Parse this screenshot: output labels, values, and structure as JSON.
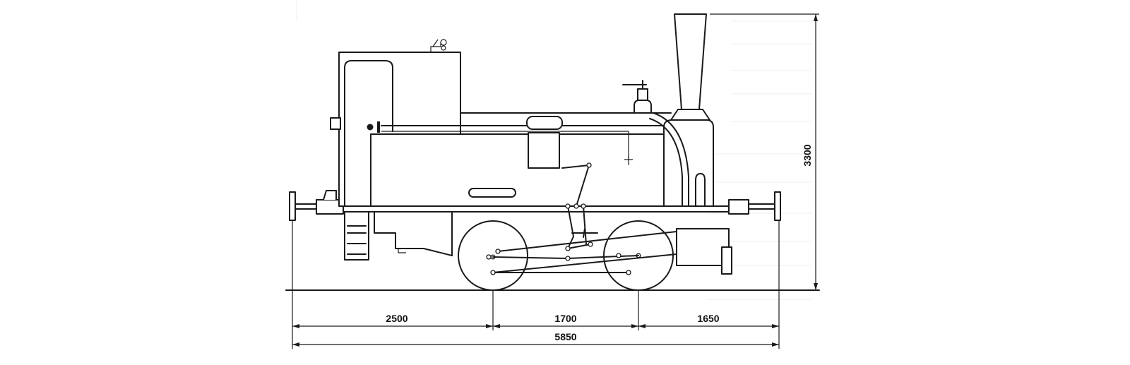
{
  "dimensions": {
    "wheelbase_rear_overhang": "2500",
    "wheelbase": "1700",
    "front_overhang": "1650",
    "total_length": "5850",
    "height": "3300"
  }
}
